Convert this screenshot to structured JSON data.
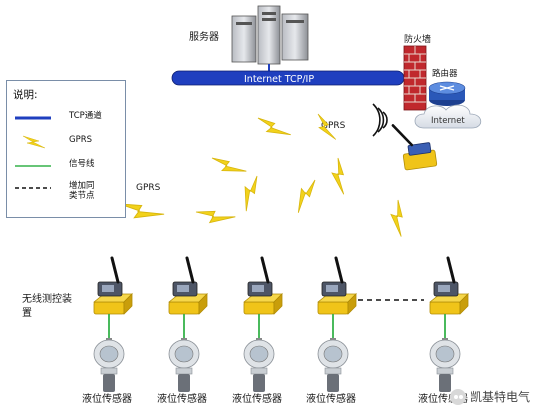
{
  "labels": {
    "server": "服务器",
    "firewall": "防火墙",
    "router": "路由器",
    "internet_cloud": "Internet",
    "bus": "Internet    TCP/IP",
    "gprs_top": "GPRS",
    "gprs_left": "GPRS",
    "wireless_device": "无线测控装置",
    "sensor": "液位传感器"
  },
  "legend": {
    "title": "说明:",
    "items": [
      {
        "symbol": "tcp-line-icon",
        "label": "TCP通道"
      },
      {
        "symbol": "lightning-icon",
        "label": "GPRS"
      },
      {
        "symbol": "signal-line-icon",
        "label": "信号线"
      },
      {
        "symbol": "dashed-line-icon",
        "label": "增加同类节点"
      }
    ]
  },
  "sensors": [
    {
      "label": "液位传感器"
    },
    {
      "label": "液位传感器"
    },
    {
      "label": "液位传感器"
    },
    {
      "label": "液位传感器"
    },
    {
      "label": "液位传感器"
    }
  ],
  "watermark": {
    "text": "凯基特电气"
  },
  "colors": {
    "bus": "#1f3fbf",
    "lightning": "#f2d21b",
    "signal": "#35b24a",
    "device": "#f0c419"
  }
}
